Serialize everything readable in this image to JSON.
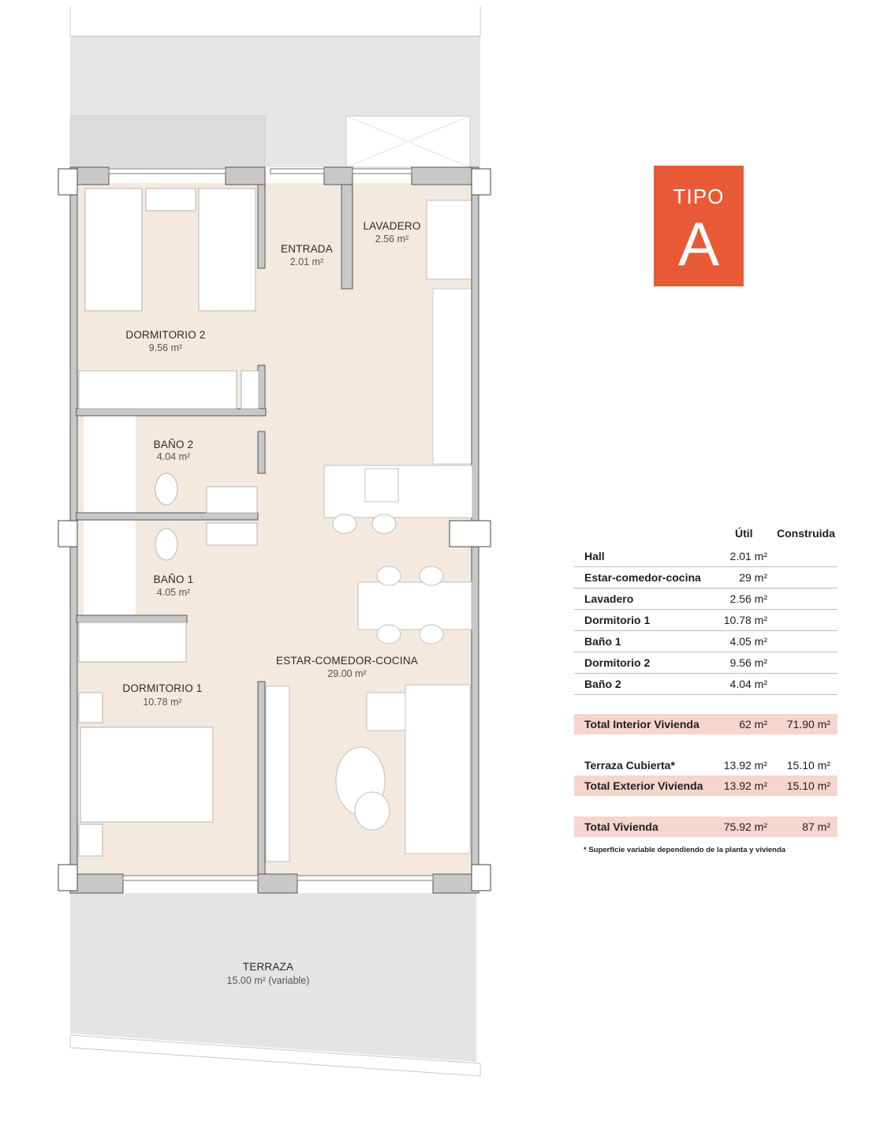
{
  "rooms": {
    "dormitorio2": {
      "name": "DORMITORIO 2",
      "area": "9.56 m²"
    },
    "entrada": {
      "name": "ENTRADA",
      "area": "2.01 m²"
    },
    "lavadero": {
      "name": "LAVADERO",
      "area": "2.56 m²"
    },
    "bano2": {
      "name": "BAÑO 2",
      "area": "4.04 m²"
    },
    "bano1": {
      "name": "BAÑO 1",
      "area": "4.05 m²"
    },
    "dormitorio1": {
      "name": "DORMITORIO 1",
      "area": "10.78 m²"
    },
    "estar": {
      "name": "ESTAR-COMEDOR-COCINA",
      "area": "29.00 m²"
    },
    "terraza": {
      "name": "TERRAZA",
      "area": "15.00 m² (variable)"
    }
  },
  "badge": {
    "word": "TIPO",
    "letter": "A"
  },
  "table": {
    "col_util": "Útil",
    "col_construida": "Construida",
    "rows": [
      {
        "name": "Hall",
        "util": "2.01 m²",
        "construida": ""
      },
      {
        "name": "Estar-comedor-cocina",
        "util": "29 m²",
        "construida": ""
      },
      {
        "name": "Lavadero",
        "util": "2.56 m²",
        "construida": ""
      },
      {
        "name": "Dormitorio 1",
        "util": "10.78 m²",
        "construida": ""
      },
      {
        "name": "Baño 1",
        "util": "4.05 m²",
        "construida": ""
      },
      {
        "name": "Dormitorio 2",
        "util": "9.56 m²",
        "construida": ""
      },
      {
        "name": "Baño 2",
        "util": "4.04 m²",
        "construida": ""
      }
    ],
    "total_interior": {
      "name": "Total Interior Vivienda",
      "util": "62 m²",
      "construida": "71.90 m²"
    },
    "terraza_cubierta": {
      "name": "Terraza Cubierta*",
      "util": "13.92 m²",
      "construida": "15.10 m²"
    },
    "total_exterior": {
      "name": "Total Exterior Vivienda",
      "util": "13.92 m²",
      "construida": "15.10 m²"
    },
    "total_vivienda": {
      "name": "Total Vivienda",
      "util": "75.92 m²",
      "construida": "87 m²"
    },
    "footnote": "* Superficie variable dependiendo de la planta y vivienda"
  },
  "colors": {
    "accent": "#e85a35",
    "floor": "#f3e9de",
    "wall": "#c8c8c8",
    "terrace": "#e4e4e4",
    "table_highlight": "#f6d5cc"
  }
}
